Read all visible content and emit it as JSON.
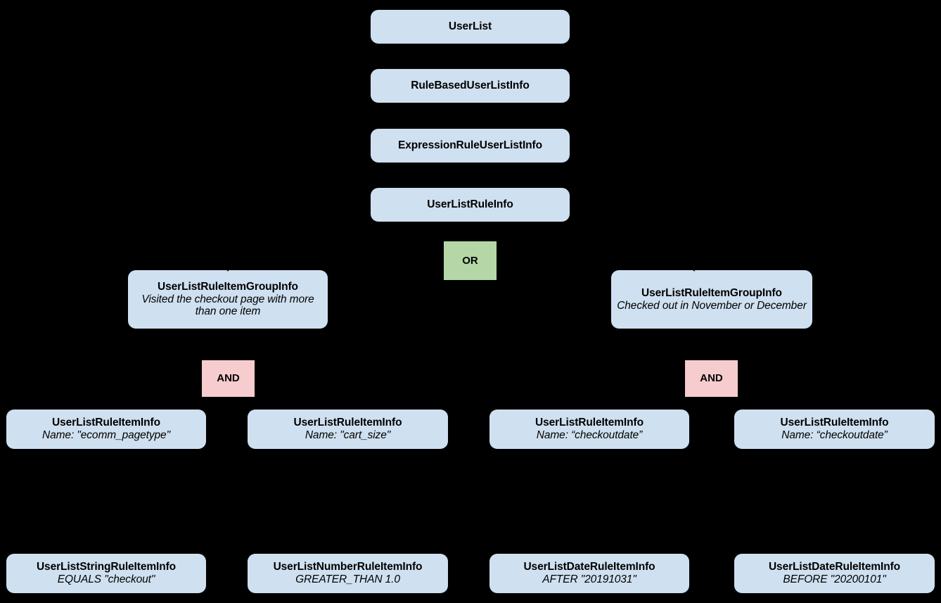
{
  "diagram": {
    "type": "hierarchy",
    "background_color": "#000000",
    "node_fill_color": "#cfe0f0",
    "or_fill_color": "#b5d6a7",
    "and_fill_color": "#f7ccce",
    "text_color": "#000000"
  },
  "nodes": {
    "user_list": {
      "title": "UserList"
    },
    "rule_based_user_list_info": {
      "title": "RuleBasedUserListInfo"
    },
    "expression_rule_user_list_info": {
      "title": "ExpressionRuleUserListInfo"
    },
    "user_list_rule_info": {
      "title": "UserListRuleInfo"
    },
    "or_operator": {
      "label": "OR"
    },
    "group_left": {
      "title": "UserListRuleItemGroupInfo",
      "description": "Visited the checkout page with more than one item"
    },
    "group_right": {
      "title": "UserListRuleItemGroupInfo",
      "description": "Checked out in November or December"
    },
    "and_left": {
      "label": "AND"
    },
    "and_right": {
      "label": "AND"
    },
    "item_ecomm_pagetype": {
      "title": "UserListRuleItemInfo",
      "description": "Name: \"ecomm_pagetype\""
    },
    "item_cart_size": {
      "title": "UserListRuleItemInfo",
      "description": "Name: \"cart_size\""
    },
    "item_checkoutdate_after": {
      "title": "UserListRuleItemInfo",
      "description": "Name: “checkoutdate”"
    },
    "item_checkoutdate_before": {
      "title": "UserListRuleItemInfo",
      "description": "Name: “checkoutdate”"
    },
    "string_rule_item": {
      "title": "UserListStringRuleItemInfo",
      "description": "EQUALS \"checkout\""
    },
    "number_rule_item": {
      "title": "UserListNumberRuleItemInfo",
      "description": "GREATER_THAN 1.0"
    },
    "date_rule_item_after": {
      "title": "UserListDateRuleItemInfo",
      "description": "AFTER \"20191031\""
    },
    "date_rule_item_before": {
      "title": "UserListDateRuleItemInfo",
      "description": "BEFORE \"20200101\""
    }
  }
}
